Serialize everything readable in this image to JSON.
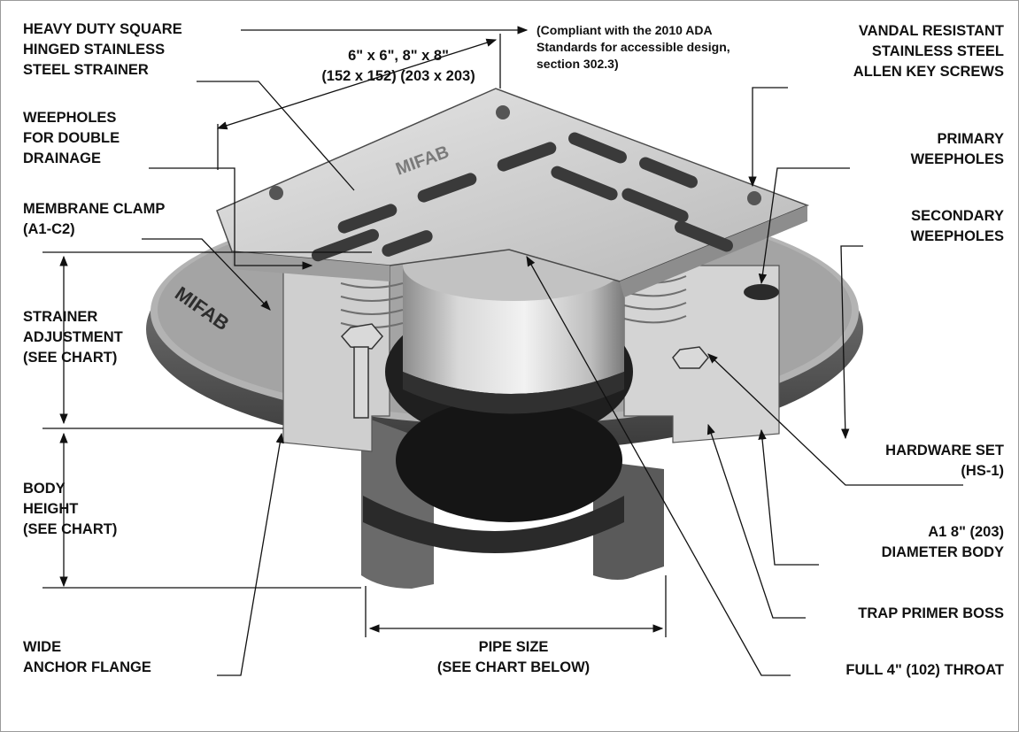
{
  "labels": {
    "strainer": [
      "HEAVY DUTY SQUARE",
      "HINGED STAINLESS",
      "STEEL STRAINER"
    ],
    "sizes": [
      "6\" x 6\",  8\" x 8\"",
      "(152 x 152) (203 x 203)"
    ],
    "ada_note": [
      "(Compliant with the 2010 ADA",
      "Standards for accessible design,",
      "section 302.3)"
    ],
    "vandal_screws": [
      "VANDAL RESISTANT",
      "STAINLESS STEEL",
      "ALLEN KEY SCREWS"
    ],
    "weepholes_double": [
      "WEEPHOLES",
      "FOR DOUBLE",
      "DRAINAGE"
    ],
    "primary_weepholes": [
      "PRIMARY",
      "WEEPHOLES"
    ],
    "membrane_clamp": [
      "MEMBRANE CLAMP",
      "(A1-C2)"
    ],
    "secondary_weepholes": [
      "SECONDARY",
      "WEEPHOLES"
    ],
    "strainer_adjustment": [
      "STRAINER",
      "ADJUSTMENT",
      "(SEE CHART)"
    ],
    "hardware_set": [
      "HARDWARE SET",
      "(HS-1)"
    ],
    "body_height": [
      "BODY",
      "HEIGHT",
      "(SEE CHART)"
    ],
    "diameter_body": [
      "A1 8\" (203)",
      "DIAMETER BODY"
    ],
    "trap_primer_boss": "TRAP PRIMER BOSS",
    "anchor_flange": [
      "WIDE",
      "ANCHOR FLANGE"
    ],
    "pipe_size": [
      "PIPE SIZE",
      "(SEE CHART BELOW)"
    ],
    "throat": "FULL 4\" (102) THROAT"
  },
  "branding": {
    "strainer_logo": "MIFAB",
    "flange_logo": "MIFAB"
  }
}
